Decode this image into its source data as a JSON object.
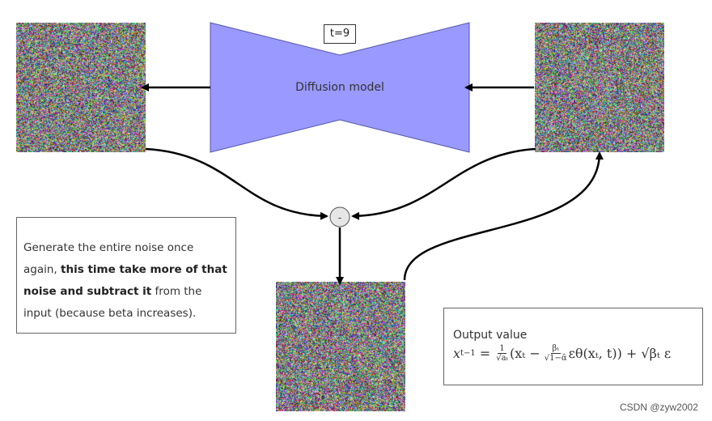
{
  "timestep": "t=9",
  "model": {
    "label": "Diffusion model",
    "color": "#9999ff"
  },
  "operator": "-",
  "note": {
    "part1": "Generate the entire noise once again, ",
    "bold": "this time take more of that noise and subtract it",
    "part2": " from the input (because beta increases)."
  },
  "output": {
    "label": "Output value",
    "formula": {
      "lhs": "x",
      "lhs_sub": "t−1",
      "eq": "=",
      "frac1_num": "1",
      "frac1_den": "√aₜ",
      "term1": "(xₜ −",
      "frac2_num": "βₜ",
      "frac2_den": "√1−ᾱ",
      "term2": "εθ(xₜ, t)) + √βₜ ε"
    }
  },
  "watermark": "CSDN @zyw2002"
}
